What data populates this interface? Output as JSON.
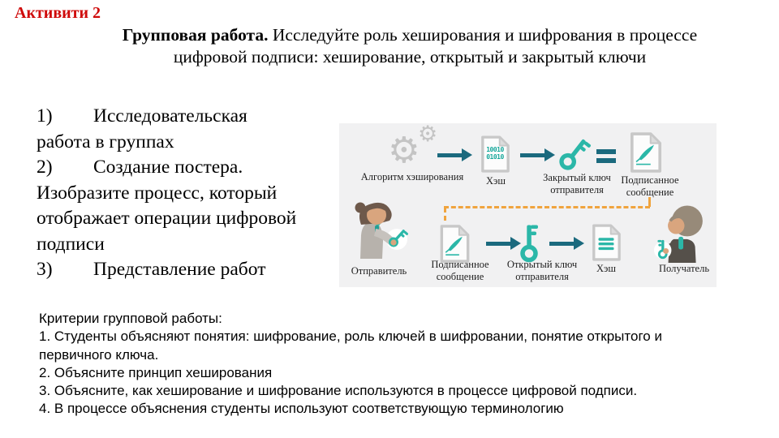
{
  "slide": {
    "activity_tag": "Активити 2",
    "title": {
      "bold": "Групповая работа.",
      "line1_rest": "Исследуйте роль хеширования и шифрования в процессе",
      "line2": "цифровой подписи: хеширование, открытый и закрытый ключи"
    }
  },
  "tasks": [
    {
      "num": "1)",
      "lines": [
        "Исследовательская",
        "работа в группах"
      ]
    },
    {
      "num": "2)",
      "lines": [
        "Создание постера.",
        "Изобразите процесс, который",
        "отображает операции цифровой",
        "подписи"
      ]
    },
    {
      "num": "3)",
      "lines": [
        "Представление работ"
      ]
    }
  ],
  "criteria": {
    "lines": [
      "Критерии групповой работы:",
      "1. Студенты объясняют понятия: шифрование, роль ключей в шифровании, понятие открытого и",
      "первичного ключа.",
      "2. Объясните принцип хеширования",
      "3. Объясните, как хеширование и шифрование используются в процессе цифровой подписи.",
      "4. В процессе объяснения студенты используют соответствующую терминологию"
    ]
  },
  "diagram": {
    "labels": {
      "hash_algorithm": "Алгоритм хэширования",
      "hash_top": "Хэш",
      "private_key": "Закрытый ключ отправителя",
      "signed_message_top": "Подписанное сообщение",
      "sender": "Отправитель",
      "signed_message_bottom": "Подписанное сообщение",
      "public_key": "Открытый ключ отправителя",
      "hash_bottom": "Хэш",
      "receiver": "Получатель"
    },
    "hash_value": {
      "line1": "10010",
      "line2": "01010"
    },
    "icons": [
      "gear-icon",
      "arrow-right-icon",
      "hash-document-icon",
      "key-icon",
      "equals-icon",
      "signed-document-icon",
      "sender-person-icon",
      "receiver-person-icon",
      "hash-lines-document-icon"
    ],
    "colors": {
      "background": "#f1f1f2",
      "arrow_teal": "#1b6a7e",
      "key_teal": "#2bb7a8",
      "dashed_orange": "#f0a43e",
      "icon_gray": "#c8c8c8",
      "hash_text_teal": "#17a89b"
    }
  },
  "accent": {
    "activity_red": "#cf0a0a"
  }
}
